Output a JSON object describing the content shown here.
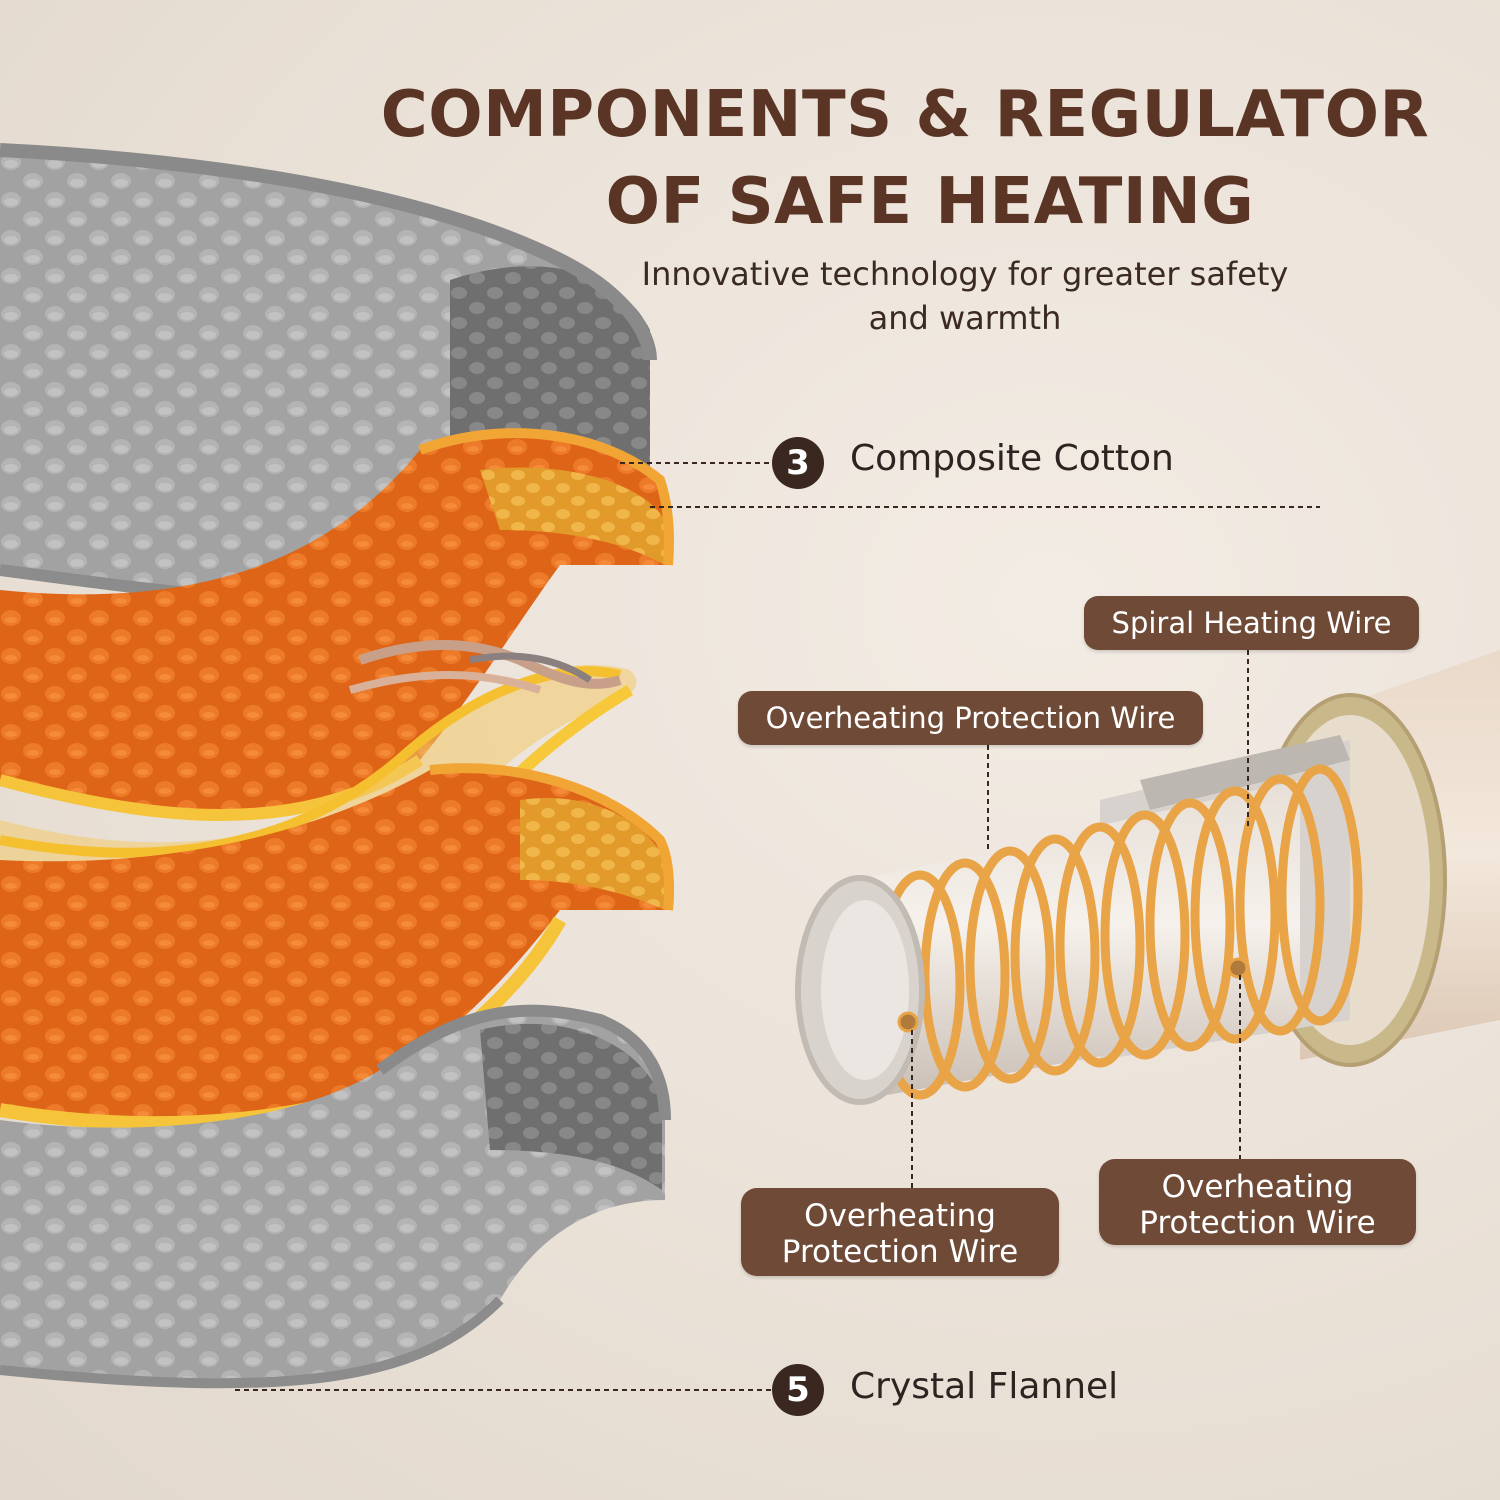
{
  "heading": {
    "line1": "COMPONENTS & REGULATOR",
    "line2": "OF SAFE HEATING",
    "subtitle_line1": "Innovative technology for greater safety",
    "subtitle_line2": "and warmth"
  },
  "layers": [
    {
      "number": "3",
      "label": "Composite Cotton"
    },
    {
      "number": "5",
      "label": "Crystal Flannel"
    }
  ],
  "wire_labels": {
    "spiral": "Spiral Heating Wire",
    "protection_top": "Overheating Protection Wire",
    "protection_left_line1": "Overheating",
    "protection_left_line2": "Protection Wire",
    "protection_right_line1": "Overheating",
    "protection_right_line2": "Protection Wire"
  },
  "colors": {
    "heading": "#5a3424",
    "badge": "#3a2720",
    "pill": "#6e4a37",
    "orange_layer": "#e8741f",
    "yellow_edge": "#f5b82a",
    "gray_layer": "#9d9d9d",
    "coil": "#e8a44a"
  }
}
